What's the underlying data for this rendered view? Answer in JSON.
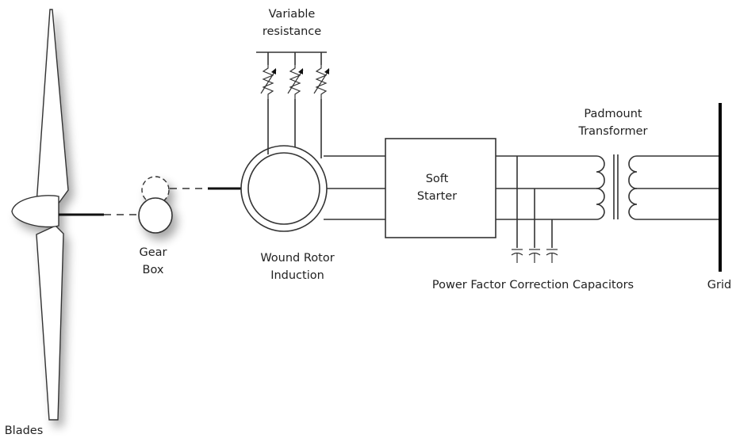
{
  "labels": {
    "variable_resistance_1": "Variable",
    "variable_resistance_2": "resistance",
    "padmount_1": "Padmount",
    "padmount_2": "Transformer",
    "soft_starter_1": "Soft",
    "soft_starter_2": "Starter",
    "gear_box_1": "Gear",
    "gear_box_2": "Box",
    "wound_rotor_1": "Wound Rotor",
    "wound_rotor_2": "Induction",
    "pfc_capacitors": "Power Factor Correction Capacitors",
    "grid": "Grid",
    "blades": "Blades"
  }
}
